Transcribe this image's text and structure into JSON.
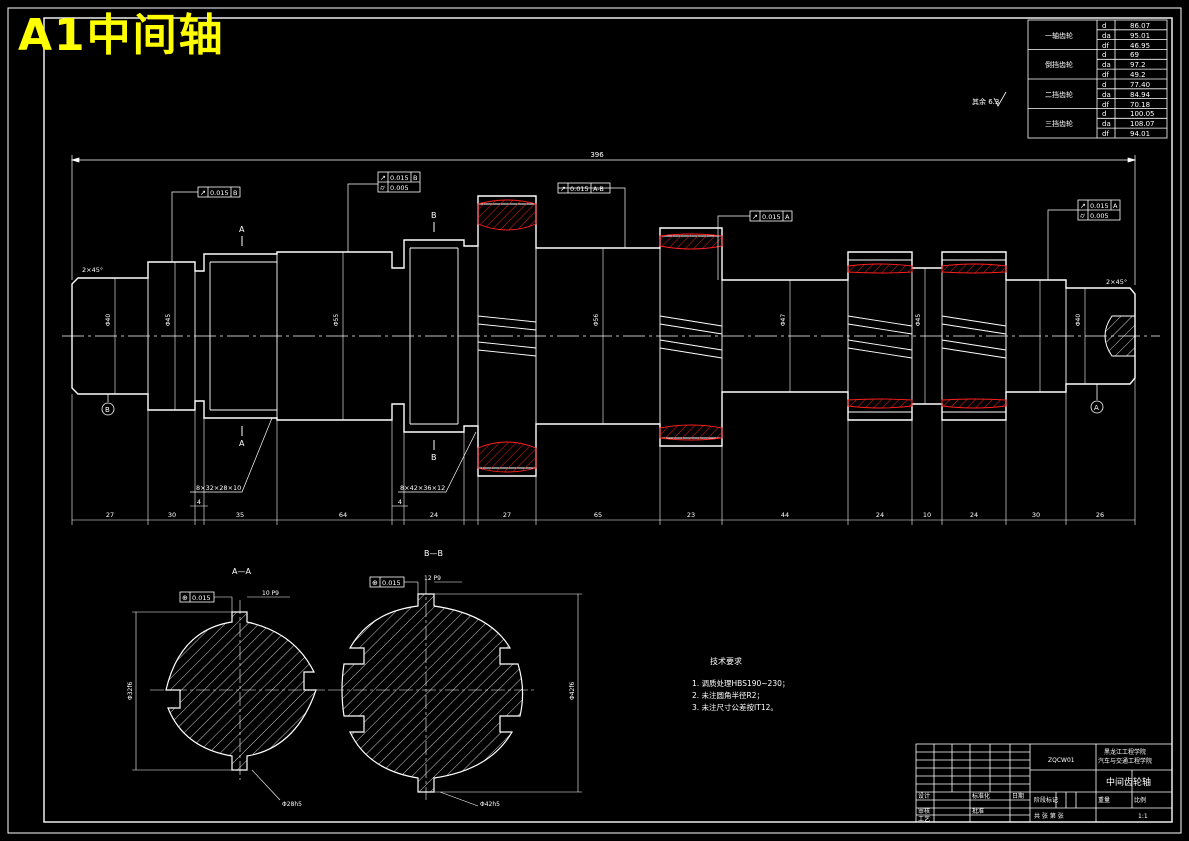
{
  "sheet": {
    "title": "A1中间轴"
  },
  "roughness_note": "其余 6.3",
  "overall_length": "396",
  "gear_table": {
    "rows": [
      {
        "group": "一轴齿轮",
        "items": [
          [
            "d",
            "86.07"
          ],
          [
            "da",
            "95.01"
          ],
          [
            "df",
            "46.95"
          ]
        ]
      },
      {
        "group": "倒挡齿轮",
        "items": [
          [
            "d",
            "69"
          ],
          [
            "da",
            "97.2"
          ],
          [
            "df",
            "49.2"
          ]
        ]
      },
      {
        "group": "二挡齿轮",
        "items": [
          [
            "d",
            "77.40"
          ],
          [
            "da",
            "84.94"
          ],
          [
            "df",
            "70.18"
          ]
        ]
      },
      {
        "group": "三挡齿轮",
        "items": [
          [
            "d",
            "100.05"
          ],
          [
            "da",
            "108.07"
          ],
          [
            "df",
            "94.01"
          ]
        ]
      }
    ]
  },
  "tolerance_frames": [
    {
      "symbol": "↗",
      "value": "0.015",
      "datum": "B"
    },
    {
      "symbol": "↗",
      "value": "0.015",
      "datum": "B"
    },
    {
      "symbol": "⌭",
      "value": "0.005",
      "datum": ""
    },
    {
      "symbol": "↗",
      "value": "0.015",
      "datum": "A-B"
    },
    {
      "symbol": "↗",
      "value": "0.015",
      "datum": "A"
    },
    {
      "symbol": "↗",
      "value": "0.015",
      "datum": "A"
    },
    {
      "symbol": "⌭",
      "value": "0.005",
      "datum": ""
    }
  ],
  "section_labels": {
    "a_top": "A",
    "a_bottom": "A",
    "b_top": "B",
    "b_bottom": "B"
  },
  "spline_callouts": [
    "8×32×28×10",
    "8×42×36×12"
  ],
  "chamfers": [
    "2×45°",
    "2×45°"
  ],
  "datums": {
    "left": "B",
    "right": "A"
  },
  "diameters": [
    "Φ40",
    "Φ45",
    "Φ55",
    "Φ56",
    "Φ47",
    "Φ45",
    "Φ40"
  ],
  "bottom_dims": [
    "27",
    "30",
    "4",
    "35",
    "64",
    "4",
    "24",
    "27",
    "65",
    "23",
    "44",
    "24",
    "10",
    "24",
    "30",
    "26"
  ],
  "sections": {
    "aa_title": "A—A",
    "bb_title": "B—B",
    "aa_frame": {
      "symbol": "⊕",
      "value": "0.015"
    },
    "bb_frame": {
      "symbol": "⊕",
      "value": "0.015"
    },
    "aa_width": "10 P9",
    "bb_width": "12 P9",
    "aa_outer": "Φ32f6",
    "bb_outer": "Φ42f6",
    "aa_inner": "Φ28h5",
    "bb_inner": "Φ42h5"
  },
  "tech_req": {
    "title": "技术要求",
    "items": [
      "1. 调质处理HBS190~230；",
      "2. 未注圆角半径R2；",
      "3. 未注尺寸公差按IT12。"
    ]
  },
  "title_block": {
    "part_name": "中间齿轮轴",
    "school": "黑龙江工程学院",
    "dept": "汽车与交通工程学院",
    "drawing_no": "ZQCW01",
    "stage": "阶段标记",
    "weight": "重量",
    "scale": "比例",
    "scale_val": "1:1",
    "sheet_info": "共  张  第  张",
    "design": "设计",
    "review": "审核",
    "process": "工艺",
    "standard": "标准化",
    "approve": "批准",
    "date": "日期"
  },
  "colors": {
    "line": "#ffffff",
    "hatch": "#ffffff",
    "gear_hatch": "#ff2020",
    "title": "#ffff00"
  }
}
